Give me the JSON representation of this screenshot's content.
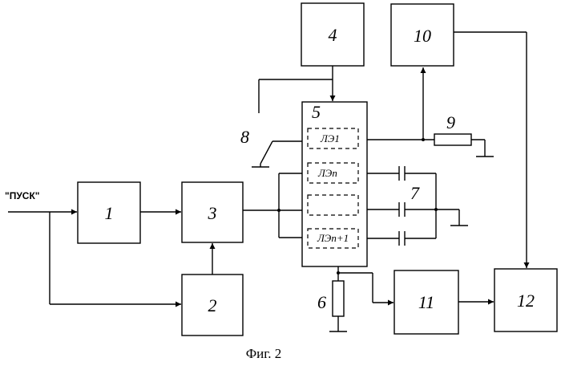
{
  "start_label": "\"ПУСК\"",
  "blocks": {
    "b1": "1",
    "b2": "2",
    "b3": "3",
    "b4": "4",
    "b5": "5",
    "b10": "10",
    "b11": "11",
    "b12": "12"
  },
  "labels": {
    "resistor6": "6",
    "capacitors7": "7",
    "switch8": "8",
    "resistor9": "9"
  },
  "elements": {
    "le1": "ЛЭ1",
    "len": "ЛЭn",
    "len1": "ЛЭn+1"
  },
  "caption": "Фиг. 2"
}
